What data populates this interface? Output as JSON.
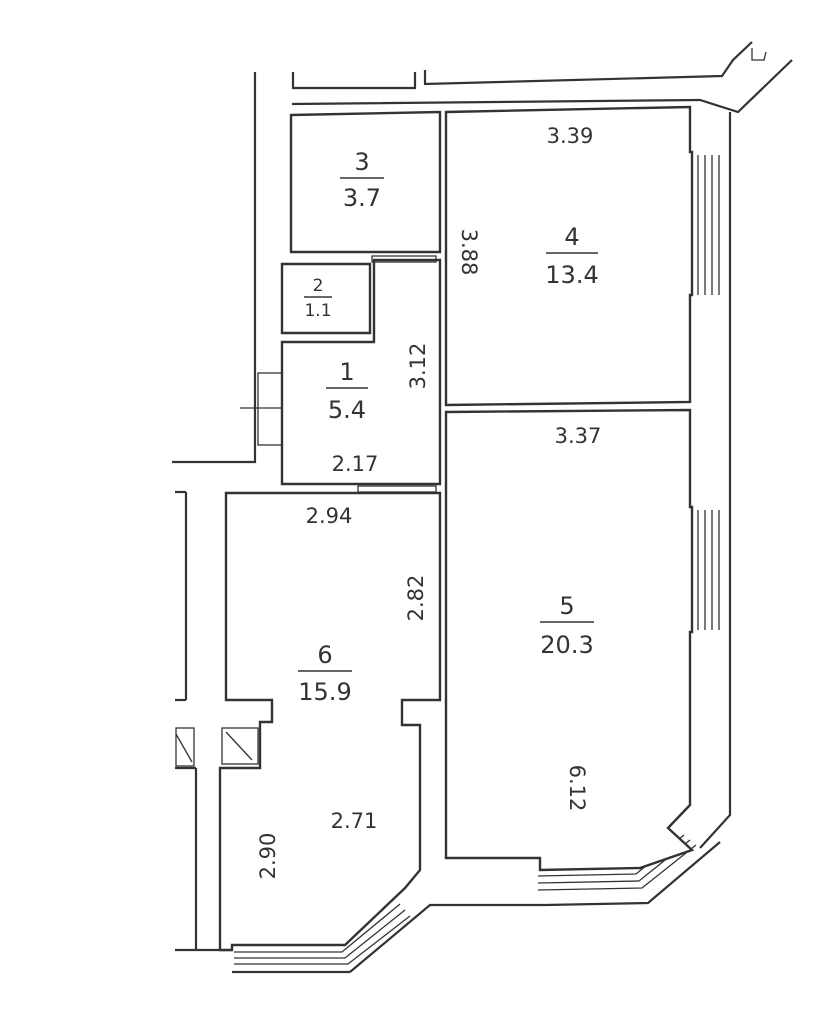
{
  "rooms": [
    {
      "id": "room-1",
      "number": "1",
      "area": "5.4"
    },
    {
      "id": "room-2",
      "number": "2",
      "area": "1.1"
    },
    {
      "id": "room-3",
      "number": "3",
      "area": "3.7"
    },
    {
      "id": "room-4",
      "number": "4",
      "area": "13.4"
    },
    {
      "id": "room-5",
      "number": "5",
      "area": "20.3"
    },
    {
      "id": "room-6",
      "number": "6",
      "area": "15.9"
    }
  ],
  "dimensions": {
    "room4_width": "3.39",
    "room4_depth": "3.88",
    "room1_depth": "3.12",
    "room1_width": "2.17",
    "room5_width": "3.37",
    "room5_depth": "6.12",
    "room6_width": "2.94",
    "room6_depth": "2.82",
    "room6_inner_width": "2.71",
    "room6_lower_depth": "2.90"
  }
}
